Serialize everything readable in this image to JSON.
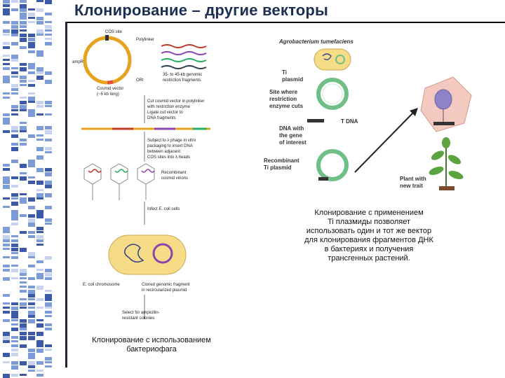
{
  "slide": {
    "title": "Клонирование – другие векторы",
    "caption_left": [
      "Клонирование с использованием",
      "бактериофага"
    ],
    "caption_right": [
      "Клонирование с применением",
      "Ti плазмиды позволяет",
      "использовать один и тот же вектор",
      "для клонирования фрагментов ДНК",
      "в бактериях и получения",
      "трансгенных растений."
    ]
  },
  "cosmid_figure": {
    "cos_site": "COS site",
    "polylinker": "Polylinker",
    "amp": "ampR",
    "ori": "ORI",
    "cosmid_vector": [
      "Cosmid vector",
      "(~5 kb long)"
    ],
    "genomic_fragments": [
      "35- to 45-kb genomic",
      "restriction fragments"
    ],
    "step1": [
      "Cut cosmid vector in polylinker",
      "with restriction enzyme",
      "Ligate cut vector to",
      "DNA fragments"
    ],
    "step2": [
      "Subject to λ phage in vitro",
      "packaging to insert DNA",
      "between adjacent",
      "COS sites into λ heads"
    ],
    "recombinant": [
      "Recombinant",
      "cosmid virions"
    ],
    "infect": "Infect E. coli cells",
    "ecoli_chrom": "E. coli chromosome",
    "cloned": [
      "Cloned genomic fragment",
      "in recircularized plasmid"
    ],
    "select": [
      "Select for ampicillin-",
      "resistant colonies"
    ]
  },
  "ti_figure": {
    "agro": "Agrobacterium tumefaciens",
    "ti_plasmid": [
      "Ti",
      "plasmid"
    ],
    "site": [
      "Site where",
      "restriction",
      "enzyme cuts"
    ],
    "t_dna": "T DNA",
    "dna_gene": [
      "DNA with",
      "the gene",
      "of interest"
    ],
    "recombinant_ti": [
      "Recombinant",
      "Ti plasmid"
    ],
    "plant": [
      "Plant with",
      "new trait"
    ]
  },
  "colors": {
    "title": "#1c2f52",
    "plasmid_green": "#6fbf86",
    "vector_orange": "#e5a320",
    "cell_yellow": "#f6dc86"
  }
}
